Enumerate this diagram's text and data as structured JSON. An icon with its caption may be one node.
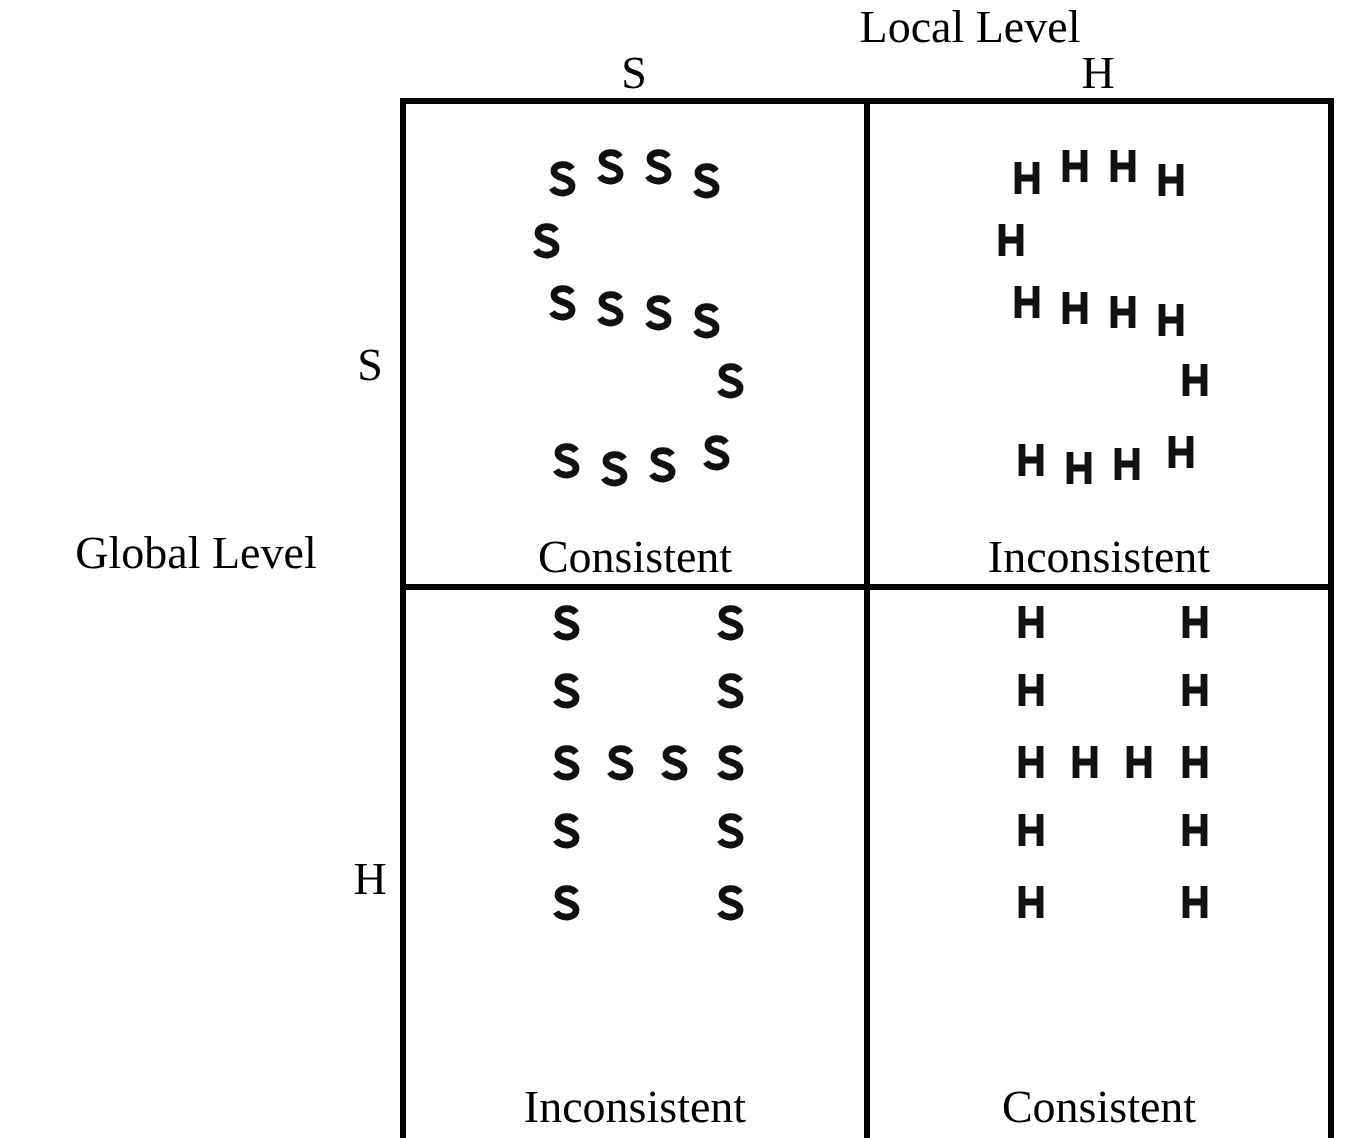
{
  "diagram": {
    "nodes": [
      {
        "text": [
          "Consistent"
        ]
      },
      {
        "text": [
          "Inconsistent"
        ]
      },
      {
        "text": [
          "Inconsistent"
        ]
      },
      {
        "text": [
          "Consistent"
        ]
      }
    ],
    "labels": [
      "Local Level",
      "S",
      "H",
      "S",
      "Global Level",
      "H"
    ]
  }
}
